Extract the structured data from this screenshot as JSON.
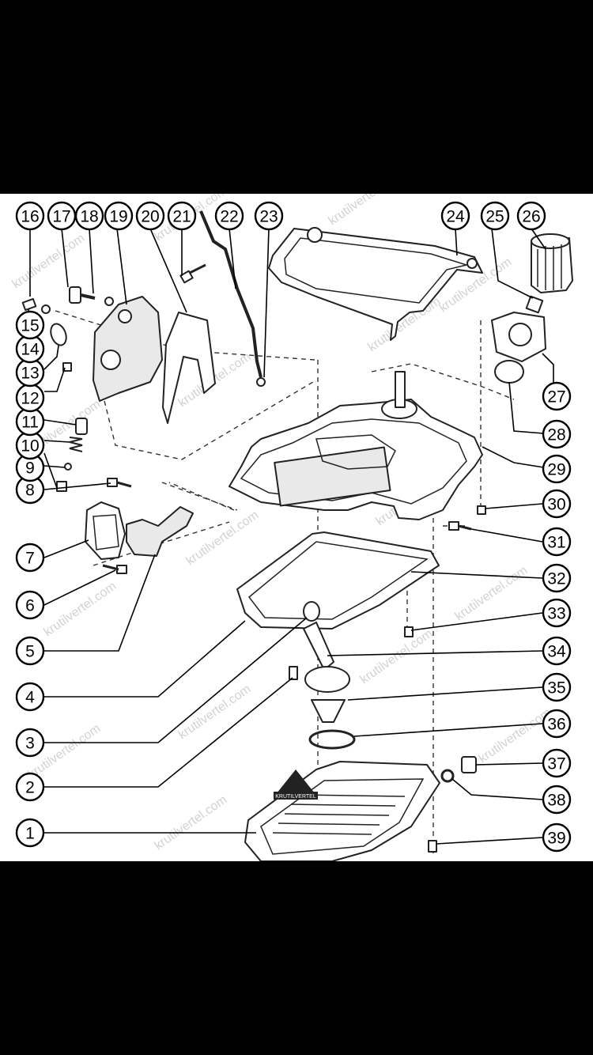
{
  "diagram": {
    "callouts": [
      "1",
      "2",
      "3",
      "4",
      "5",
      "6",
      "7",
      "8",
      "9",
      "10",
      "11",
      "12",
      "13",
      "14",
      "15",
      "16",
      "17",
      "18",
      "19",
      "20",
      "21",
      "22",
      "23",
      "24",
      "25",
      "26",
      "27",
      "28",
      "29",
      "30",
      "31",
      "32",
      "33",
      "34",
      "35",
      "36",
      "37",
      "38",
      "39"
    ],
    "watermark": "krutilvertel.com",
    "logo_text": "KRUTILVERTEL"
  },
  "colors": {
    "background": "#000000",
    "panel": "#ffffff",
    "ink": "#000000",
    "watermark": "#d2d2d2"
  }
}
